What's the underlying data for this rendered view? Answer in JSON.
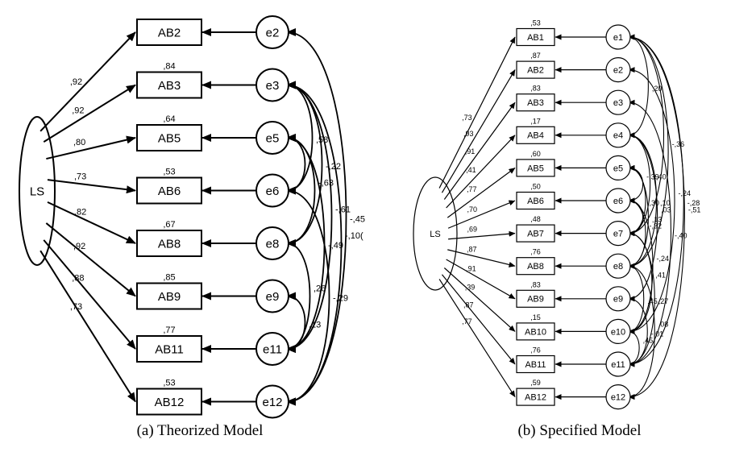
{
  "figure": {
    "left": {
      "caption": "(a) Theorized Model",
      "latent": "LS",
      "items": [
        {
          "name": "AB2",
          "r2": "",
          "loading": ",92",
          "error": "e2"
        },
        {
          "name": "AB3",
          "r2": ",84",
          "loading": ",92",
          "error": "e3"
        },
        {
          "name": "AB5",
          "r2": ",64",
          "loading": ",80",
          "error": "e5"
        },
        {
          "name": "AB6",
          "r2": ",53",
          "loading": ",73",
          "error": "e6"
        },
        {
          "name": "AB8",
          "r2": ",67",
          "loading": ",82",
          "error": "e8"
        },
        {
          "name": "AB9",
          "r2": ",85",
          "loading": ",92",
          "error": "e9"
        },
        {
          "name": "AB11",
          "r2": ",77",
          "loading": ",88",
          "error": "e11"
        },
        {
          "name": "AB12",
          "r2": ",53",
          "loading": ",73",
          "error": "e12"
        }
      ],
      "covariances": [
        {
          "from": 0,
          "to": 7,
          "label": "-,45"
        },
        {
          "from": 1,
          "to": 7,
          "label": "-,10("
        },
        {
          "from": 1,
          "to": 4,
          "label": "-,22"
        },
        {
          "from": 1,
          "to": 6,
          "label": "-,61"
        },
        {
          "from": 1,
          "to": 3,
          "label": ",58"
        },
        {
          "from": 2,
          "to": 4,
          "label": "-,63"
        },
        {
          "from": 2,
          "to": 6,
          "label": "-,49"
        },
        {
          "from": 2,
          "to": 3,
          "label": ""
        },
        {
          "from": 3,
          "to": 7,
          "label": "-,29"
        },
        {
          "from": 4,
          "to": 6,
          "label": ",26"
        },
        {
          "from": 5,
          "to": 6,
          "label": ",13"
        }
      ]
    },
    "right": {
      "caption": "(b) Specified Model",
      "latent": "LS",
      "items": [
        {
          "name": "AB1",
          "r2": ",53",
          "loading": ",73",
          "error": "e1"
        },
        {
          "name": "AB2",
          "r2": ",87",
          "loading": ",93",
          "error": "e2"
        },
        {
          "name": "AB3",
          "r2": ",83",
          "loading": ",91",
          "error": "e3"
        },
        {
          "name": "AB4",
          "r2": ",17",
          "loading": ",41",
          "error": "e4"
        },
        {
          "name": "AB5",
          "r2": ",60",
          "loading": ",77",
          "error": "e5"
        },
        {
          "name": "AB6",
          "r2": ",50",
          "loading": ",70",
          "error": "e6"
        },
        {
          "name": "AB7",
          "r2": ",48",
          "loading": ",69",
          "error": "e7"
        },
        {
          "name": "AB8",
          "r2": ",76",
          "loading": ",87",
          "error": "e8"
        },
        {
          "name": "AB9",
          "r2": ",83",
          "loading": ",91",
          "error": "e9"
        },
        {
          "name": "AB10",
          "r2": ",15",
          "loading": ",39",
          "error": "e10"
        },
        {
          "name": "AB11",
          "r2": ",76",
          "loading": ",87",
          "error": "e11"
        },
        {
          "name": "AB12",
          "r2": ",59",
          "loading": ",77",
          "error": "e12"
        }
      ],
      "covariances": [
        {
          "from": 0,
          "to": 3,
          "label": ",20"
        },
        {
          "from": 0,
          "to": 7,
          "label": "-,36"
        },
        {
          "from": 0,
          "to": 10,
          "label": "-,28"
        },
        {
          "from": 0,
          "to": 11,
          "label": "-,51"
        },
        {
          "from": 0,
          "to": 6,
          "label": ""
        },
        {
          "from": 1,
          "to": 9,
          "label": "-,24"
        },
        {
          "from": 2,
          "to": 10,
          "label": "-,40"
        },
        {
          "from": 3,
          "to": 6,
          "label": "-,40"
        },
        {
          "from": 3,
          "to": 7,
          "label": ",10"
        },
        {
          "from": 3,
          "to": 8,
          "label": ",03"
        },
        {
          "from": 4,
          "to": 6,
          "label": ",30"
        },
        {
          "from": 4,
          "to": 5,
          "label": "-,39"
        },
        {
          "from": 4,
          "to": 7,
          "label": ",13"
        },
        {
          "from": 5,
          "to": 7,
          "label": "-,32"
        },
        {
          "from": 5,
          "to": 6,
          "label": ""
        },
        {
          "from": 5,
          "to": 9,
          "label": "-,24"
        },
        {
          "from": 6,
          "to": 10,
          "label": ",27"
        },
        {
          "from": 6,
          "to": 9,
          "label": ",41"
        },
        {
          "from": 7,
          "to": 9,
          "label": ",45"
        },
        {
          "from": 7,
          "to": 11,
          "label": ",08"
        },
        {
          "from": 8,
          "to": 10,
          "label": "-,01"
        },
        {
          "from": 9,
          "to": 10,
          "label": ",45"
        }
      ]
    }
  }
}
